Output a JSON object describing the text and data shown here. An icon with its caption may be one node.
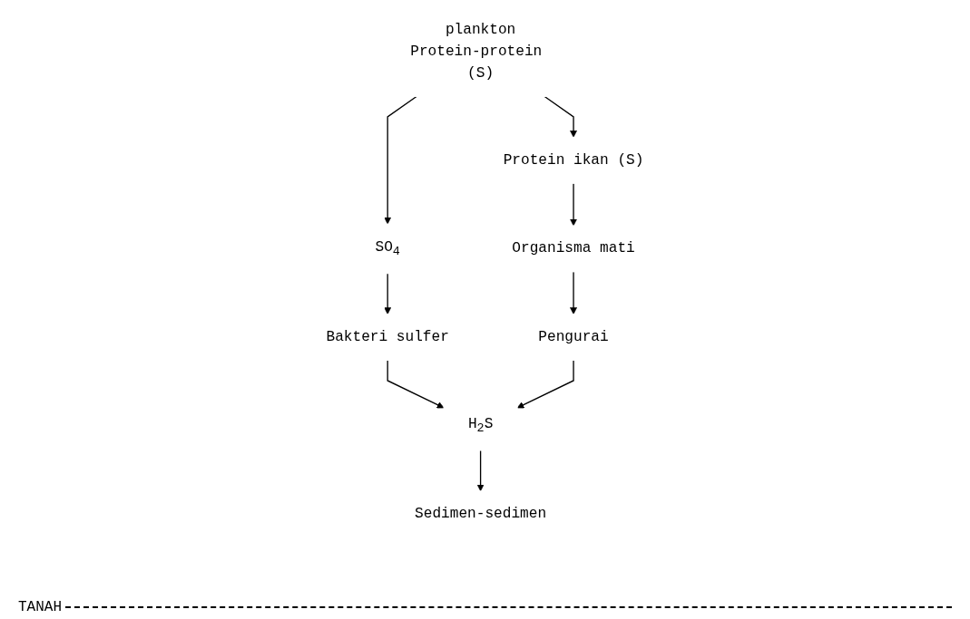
{
  "diagram": {
    "nodes": [
      {
        "text": [
          "plankton",
          "Protein-protein (S)"
        ]
      },
      {
        "text": [
          "SO$_{4}$"
        ]
      },
      {
        "text": [
          "Protein ikan (S)"
        ]
      },
      {
        "text": [
          "Bakteri sulfer"
        ]
      },
      {
        "text": [
          "Organisma mati"
        ]
      },
      {
        "text": [
          "Pengurai"
        ]
      },
      {
        "text": [
          "H$_{2}$S"
        ]
      },
      {
        "text": [
          "Sedimen-sedimen"
        ]
      }
    ],
    "edges": [
      {
        "from": 0,
        "to": 1,
        "arrow": "to"
      },
      {
        "from": 0,
        "to": 2,
        "arrow": "to"
      },
      {
        "from": 1,
        "to": 3,
        "arrow": "to"
      },
      {
        "from": 2,
        "to": 4,
        "arrow": "to"
      },
      {
        "from": 4,
        "to": 5,
        "arrow": "to"
      },
      {
        "from": 3,
        "to": 6,
        "arrow": "to"
      },
      {
        "from": 5,
        "to": 6,
        "arrow": "to"
      },
      {
        "from": 6,
        "to": 7,
        "arrow": "to"
      }
    ],
    "labels": [
      "TANAH"
    ]
  }
}
